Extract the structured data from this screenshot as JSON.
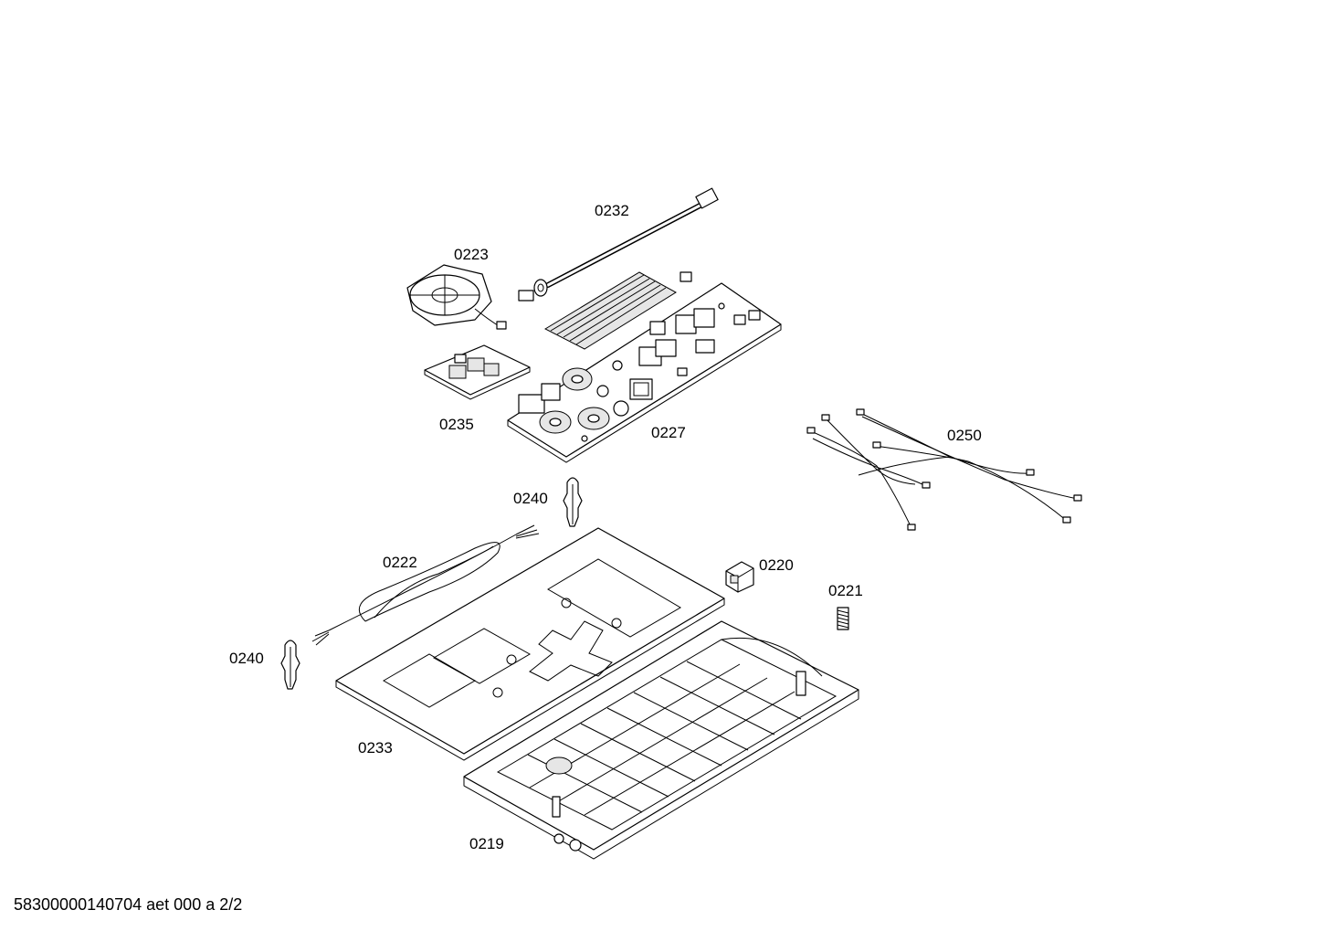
{
  "parts": [
    {
      "id": "p0232",
      "label": "0232"
    },
    {
      "id": "p0223",
      "label": "0223"
    },
    {
      "id": "p0235",
      "label": "0235"
    },
    {
      "id": "p0227",
      "label": "0227"
    },
    {
      "id": "p0250",
      "label": "0250"
    },
    {
      "id": "p0240a",
      "label": "0240"
    },
    {
      "id": "p0222",
      "label": "0222"
    },
    {
      "id": "p0220",
      "label": "0220"
    },
    {
      "id": "p0221",
      "label": "0221"
    },
    {
      "id": "p0240b",
      "label": "0240"
    },
    {
      "id": "p0233",
      "label": "0233"
    },
    {
      "id": "p0219",
      "label": "0219"
    }
  ],
  "footer": "58300000140704 aet 000 a 2/2"
}
